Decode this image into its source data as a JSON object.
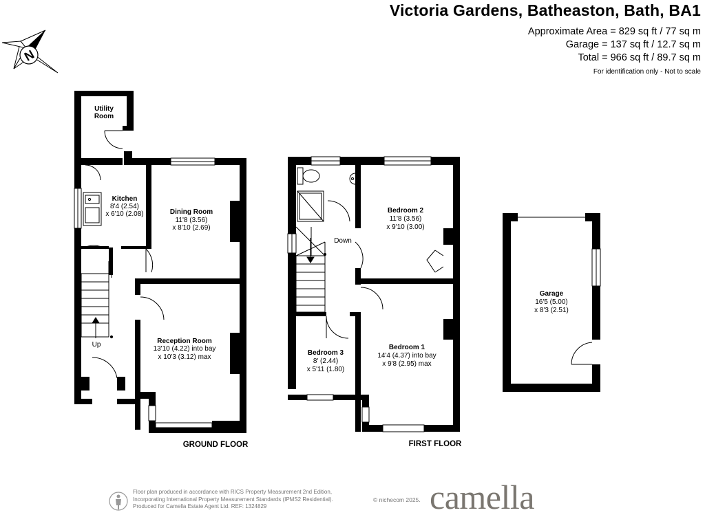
{
  "header": {
    "title": "Victoria Gardens, Batheaston, Bath, BA1",
    "area_line": "Approximate Area = 829 sq ft / 77 sq m",
    "garage_line": "Garage = 137 sq ft / 12.7 sq m",
    "total_line": "Total = 966 sq ft / 89.7 sq m",
    "note": "For identification only - Not to scale"
  },
  "compass": {
    "letter": "N"
  },
  "floors": {
    "ground": {
      "name": "GROUND FLOOR",
      "rooms": {
        "utility": {
          "line1": "Utility",
          "line2": "Room"
        },
        "kitchen": {
          "name": "Kitchen",
          "dim1": "8'4 (2.54)",
          "dim2": "x 6'10 (2.08)"
        },
        "dining": {
          "name": "Dining Room",
          "dim1": "11'8 (3.56)",
          "dim2": "x 8'10 (2.69)"
        },
        "reception": {
          "name": "Reception Room",
          "dim1": "13'10 (4.22) into bay",
          "dim2": "x 10'3 (3.12) max"
        }
      },
      "stairs_label": "Up"
    },
    "first": {
      "name": "FIRST FLOOR",
      "rooms": {
        "bedroom2": {
          "name": "Bedroom 2",
          "dim1": "11'8 (3.56)",
          "dim2": "x 9'10 (3.00)"
        },
        "bedroom1": {
          "name": "Bedroom 1",
          "dim1": "14'4 (4.37) into bay",
          "dim2": "x 9'8 (2.95) max"
        },
        "bedroom3": {
          "name": "Bedroom 3",
          "dim1": "8' (2.44)",
          "dim2": "x 5'11 (1.80)"
        }
      },
      "stairs_label": "Down"
    },
    "garage": {
      "name": "Garage",
      "dim1": "16'5 (5.00)",
      "dim2": "x 8'3 (2.51)"
    }
  },
  "footer": {
    "line1": "Floor plan produced in accordance with RICS Property Measurement 2nd Edition,",
    "line2": "Incorporating International Property Measurement Standards (IPMS2 Residential).",
    "line3": "Produced for Camella Estate Agent Ltd.   REF: 1324829",
    "copyright": "© nichecom 2025.",
    "brand": "camella"
  }
}
